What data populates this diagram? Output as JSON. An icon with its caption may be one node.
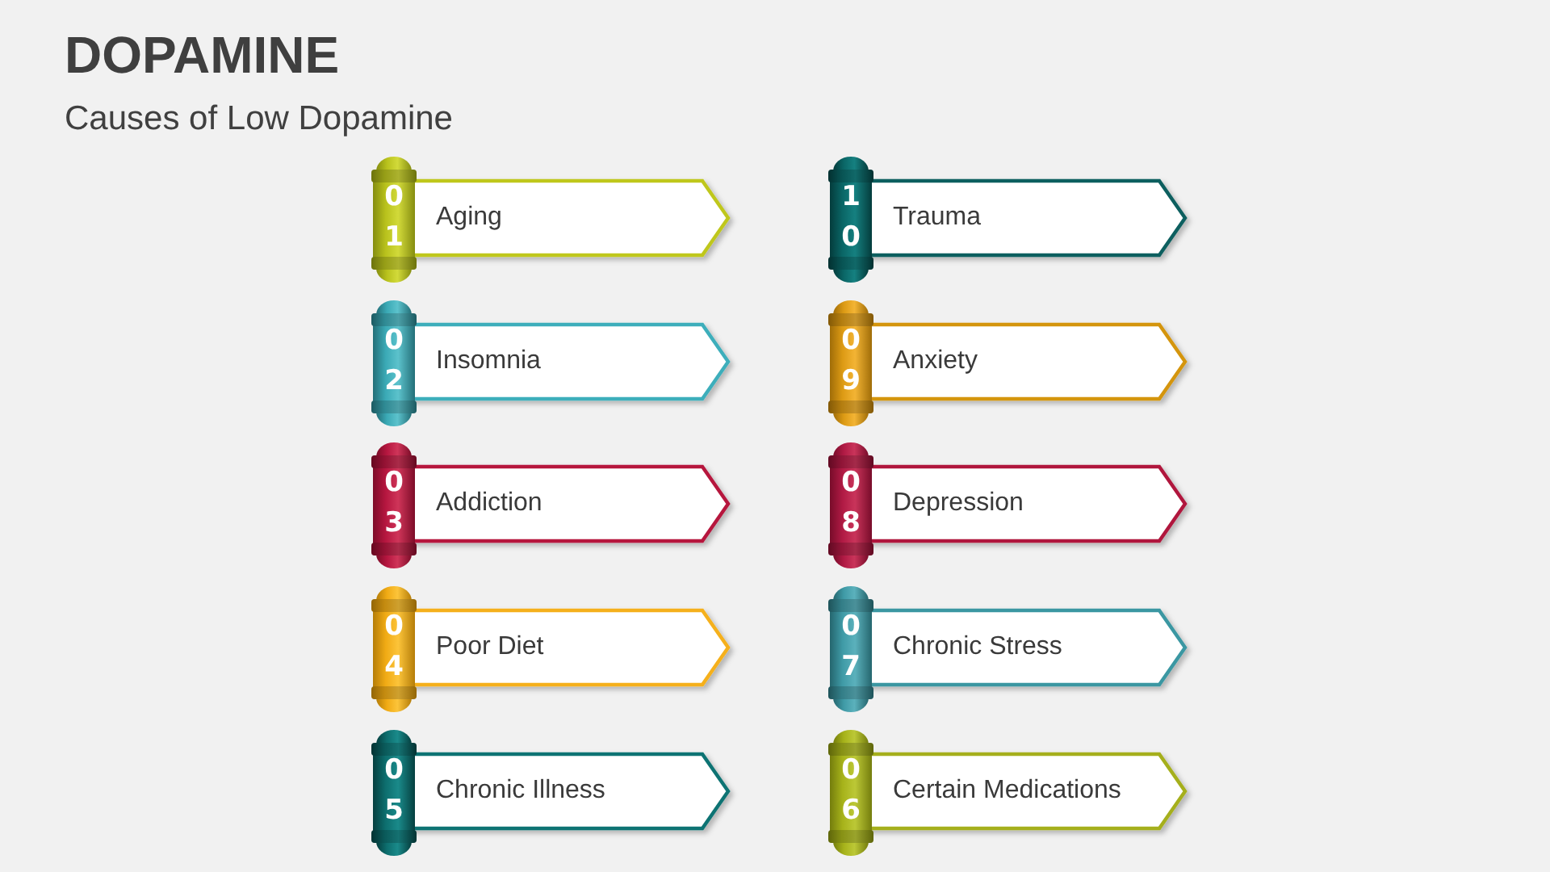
{
  "diagram": {
    "title": "DOPAMINE",
    "nodes": [
      {
        "text": [
          "01",
          "Aging"
        ]
      },
      {
        "text": [
          "02",
          "Insomnia"
        ]
      },
      {
        "text": [
          "03",
          "Addiction"
        ]
      },
      {
        "text": [
          "04",
          "Poor Diet"
        ]
      },
      {
        "text": [
          "05",
          "Chronic Illness"
        ]
      },
      {
        "text": [
          "06",
          "Certain Medications"
        ]
      },
      {
        "text": [
          "07",
          "Chronic Stress"
        ]
      },
      {
        "text": [
          "08",
          "Depression"
        ]
      },
      {
        "text": [
          "09",
          "Anxiety"
        ]
      },
      {
        "text": [
          "10",
          "Trauma"
        ]
      }
    ],
    "labels": [
      "Causes of Low Dopamine"
    ]
  }
}
